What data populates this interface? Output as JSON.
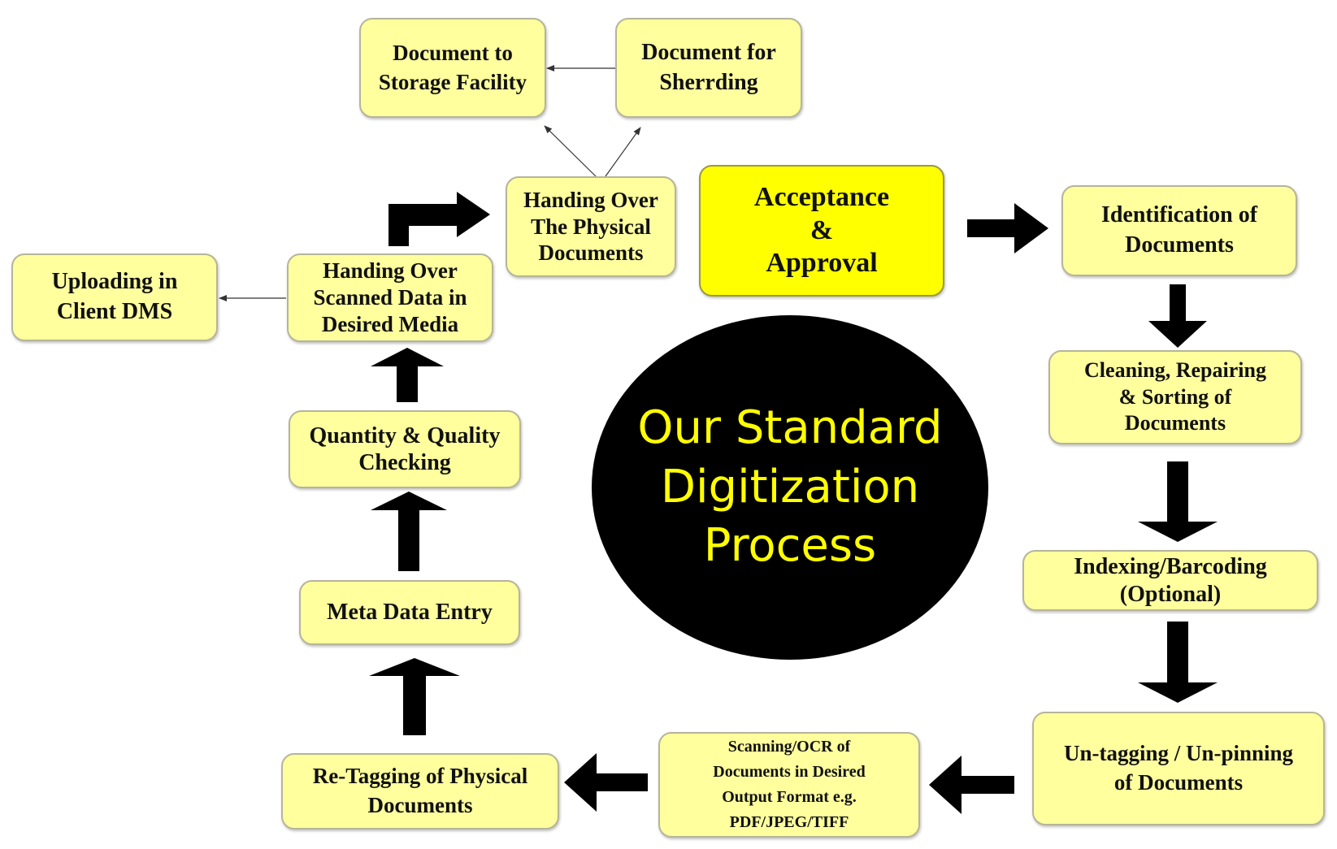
{
  "center": {
    "title": "Our Standard\nDigitization\nProcess"
  },
  "steps": {
    "acceptance_approval": [
      "Acceptance",
      "&",
      "Approval"
    ],
    "identification": [
      "Identification of",
      "Documents"
    ],
    "cleaning": [
      "Cleaning, Repairing",
      "& Sorting of",
      "Documents"
    ],
    "indexing": [
      "Indexing/Barcoding",
      "(Optional)"
    ],
    "untagging": [
      "Un-tagging / Un-pinning",
      "of Documents"
    ],
    "scanning": [
      "Scanning/OCR of",
      "Documents in Desired",
      "Output Format e.g.",
      "PDF/JPEG/TIFF"
    ],
    "retagging": [
      "Re-Tagging of Physical",
      "Documents"
    ],
    "metadata": [
      "Meta Data Entry"
    ],
    "quality": [
      "Quantity & Quality",
      "Checking"
    ],
    "handover_scanned": [
      "Handing Over",
      "Scanned Data in",
      "Desired Media"
    ],
    "uploading": [
      "Uploading in",
      "Client DMS"
    ],
    "handover_physical": [
      "Handing Over",
      "The Physical",
      "Documents"
    ],
    "storage": [
      "Document to",
      "Storage Facility"
    ],
    "shredding": [
      "Document for",
      "Sherrding"
    ]
  },
  "colors": {
    "box_fill": "#ffff9e",
    "approval_fill": "#ffff00",
    "circle_fill": "#000000",
    "circle_text": "#ffff00",
    "arrow": "#000000"
  }
}
